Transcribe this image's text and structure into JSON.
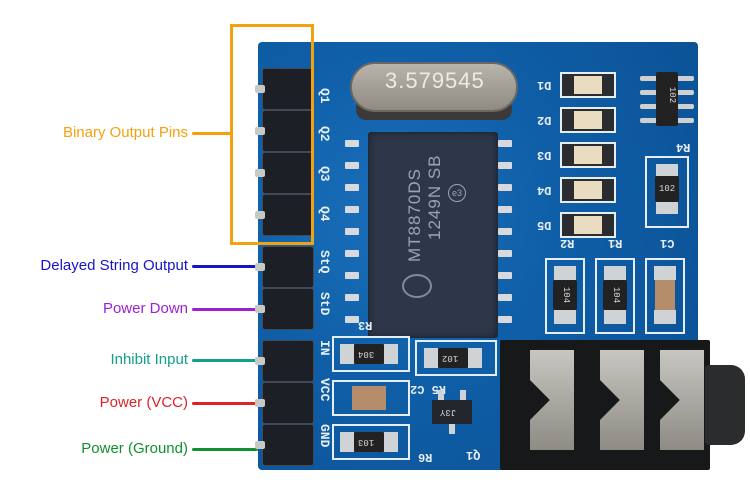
{
  "diagram": {
    "title": "MT8870 DTMF Decoder Module Pinout",
    "annotations": [
      {
        "id": "binary-output",
        "label": "Binary Output Pins",
        "color": "#f2a20f"
      },
      {
        "id": "delayed-string-output",
        "label": "Delayed String Output",
        "color": "#1515c8"
      },
      {
        "id": "power-down",
        "label": "Power Down",
        "color": "#a020d0"
      },
      {
        "id": "inhibit-input",
        "label": "Inhibit Input",
        "color": "#12a08c"
      },
      {
        "id": "power-vcc",
        "label": "Power (VCC)",
        "color": "#e0202a"
      },
      {
        "id": "power-ground",
        "label": "Power (Ground)",
        "color": "#119030"
      }
    ],
    "pins": [
      "Q1",
      "Q2",
      "Q3",
      "Q4",
      "StQ",
      "StD",
      "IN",
      "VCC",
      "GND"
    ],
    "components": {
      "crystal": "3.579545",
      "chip_line1": "MT8870DS",
      "chip_line2": "1249N SB",
      "chip_mark": "e3",
      "leds": [
        "D1",
        "D2",
        "D3",
        "D4",
        "D5"
      ],
      "resistor_network": "102",
      "r4_value": "102",
      "r2_value": "104",
      "r1_value": "104",
      "r3_value": "304",
      "r5_value": "102",
      "r6_value": "103",
      "labels": {
        "r1": "R1",
        "r2": "R2",
        "r3": "R3",
        "r4": "R4",
        "r5c2": "R5 C2",
        "r6": "R6",
        "c1": "C1",
        "q1": "Q1"
      },
      "transistor_mark": "J3Y"
    }
  }
}
